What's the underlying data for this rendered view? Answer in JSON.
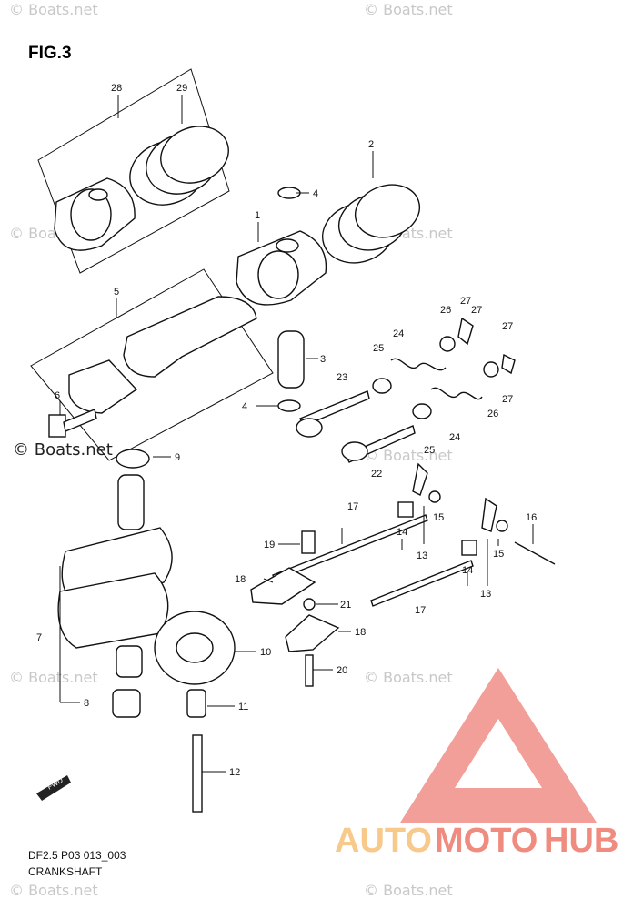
{
  "figure": {
    "title": "FIG.3",
    "model_code": "DF2.5 P03 013_003",
    "name": "CRANKSHAFT"
  },
  "watermark": {
    "text": "© Boats.net",
    "logo": {
      "word_a": "AUTO",
      "word_b": "MOTO",
      "word_c": "HUB",
      "color_a": "#f7c98a",
      "color_b": "#f08b7f",
      "color_c": "#f08b7f",
      "triangle_color": "#ef8e86"
    }
  },
  "callouts": [
    "28",
    "29",
    "2",
    "4",
    "1",
    "5",
    "3",
    "26",
    "27",
    "27",
    "27",
    "25",
    "24",
    "23",
    "6",
    "4",
    "9",
    "22",
    "25",
    "24",
    "26",
    "27",
    "17",
    "14",
    "15",
    "13",
    "16",
    "19",
    "18",
    "15",
    "14",
    "13",
    "21",
    "17",
    "18",
    "7",
    "10",
    "11",
    "20",
    "8",
    "12"
  ],
  "badge": {
    "text": "FWD",
    "icon": "forward-arrow-icon"
  }
}
